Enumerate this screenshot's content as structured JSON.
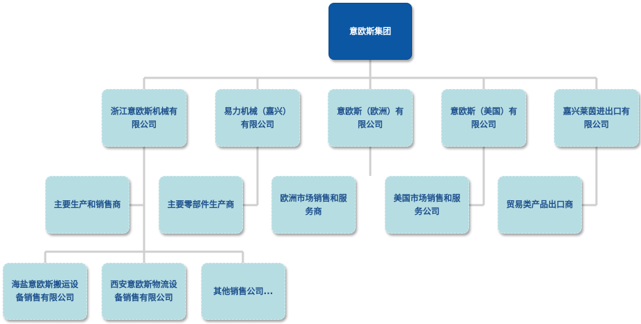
{
  "root": {
    "line1": "意欧斯集团"
  },
  "companies": [
    {
      "line1": "浙江意欧斯机械有",
      "line2": "限公司"
    },
    {
      "line1": "易力机械（嘉兴）",
      "line2": "有限公司"
    },
    {
      "line1": "意欧斯（欧洲）有",
      "line2": "限公司"
    },
    {
      "line1": "意欧斯（美国）有",
      "line2": "限公司"
    },
    {
      "line1": "嘉兴莱茵进出口有",
      "line2": "限公司"
    }
  ],
  "roles": [
    {
      "line1": "主要生产和销售商"
    },
    {
      "line1": "主要零部件生产商"
    },
    {
      "line1": "欧洲市场销售和服",
      "line2": "务商"
    },
    {
      "line1": "美国市场销售和服",
      "line2": "务公司"
    },
    {
      "line1": "贸易类产品出口商"
    }
  ],
  "subsidiaries": [
    {
      "line1": "海盐意欧斯搬运设",
      "line2": "备销售有限公司"
    },
    {
      "line1": "西安意欧斯物流设",
      "line2": "备销售有限公司"
    },
    {
      "line1": "其他销售公司..."
    }
  ],
  "colors": {
    "root_fill": "#0c57a3",
    "node_fill": "#b6dde2",
    "text": "#1d4f8c",
    "connector": "#cfcfcf"
  }
}
